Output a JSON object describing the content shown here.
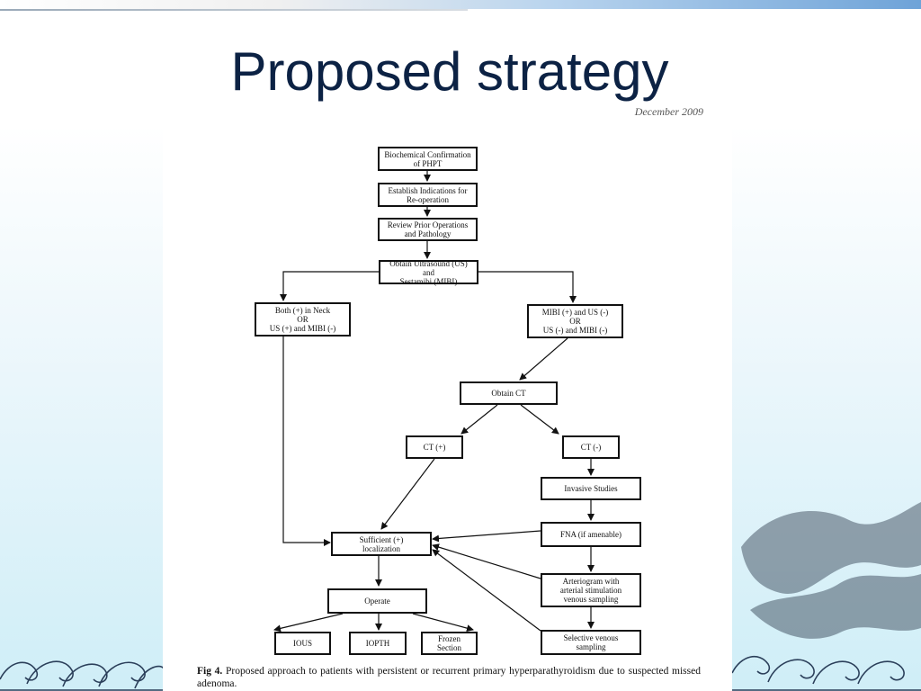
{
  "slide": {
    "title": "Proposed strategy"
  },
  "figure": {
    "header": "December 2009",
    "caption_label": "Fig 4.",
    "caption_text": "Proposed approach to patients with persistent or recurrent primary hyperparathyroidism due to suspected missed adenoma.",
    "nodes": {
      "biochem": "Biochemical Confirmation\nof PHPT",
      "indications": "Establish Indications for\nRe-operation",
      "review": "Review Prior Operations\nand Pathology",
      "imaging": "Obtain Ultrasound (US) and\nSestamibi (MIBI)",
      "both_pos": "Both (+) in Neck\nOR\nUS (+) and MIBI (-)",
      "mibi_pos": "MIBI (+) and US (-)\nOR\nUS (-) and MIBI (-)",
      "obtain_ct": "Obtain CT",
      "ct_pos": "CT (+)",
      "ct_neg": "CT (-)",
      "invasive": "Invasive Studies",
      "fna": "FNA (if amenable)",
      "arteriogram": "Arteriogram with\narterial stimulation\nvenous sampling",
      "selective": "Selective venous\nsampling",
      "sufficient": "Sufficient (+)\nlocalization",
      "operate": "Operate",
      "ious": "IOUS",
      "iopth": "IOPTH",
      "frozen": "Frozen\nSection"
    }
  }
}
